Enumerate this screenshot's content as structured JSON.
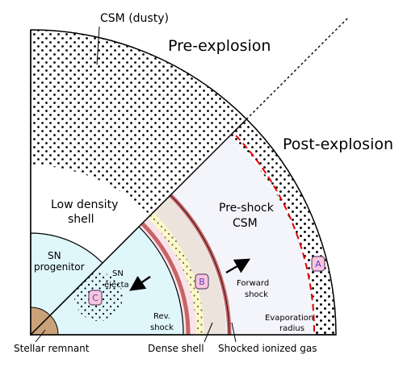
{
  "labels": {
    "csm_dusty": "CSM (dusty)",
    "pre_explosion": "Pre-explosion",
    "post_explosion": "Post-explosion",
    "low_density_line1": "Low density",
    "low_density_line2": "shell",
    "pre_shock_line1": "Pre-shock",
    "pre_shock_line2": "CSM",
    "sn_progenitor_line1": "SN",
    "sn_progenitor_line2": "progenitor",
    "sn_ejecta_line1": "SN",
    "sn_ejecta_line2": "ejecta",
    "forward_shock_line1": "Forward",
    "forward_shock_line2": "shock",
    "rev_shock_line1": "Rev.",
    "rev_shock_line2": "shock",
    "evaporation_line1": "Evaporation",
    "evaporation_line2": "radius",
    "stellar_remnant": "Stellar remnant",
    "dense_shell": "Dense shell",
    "shocked_ionized_gas": "Shocked ionized gas"
  },
  "markers": {
    "a": "A",
    "b": "B",
    "c": "C"
  },
  "colors": {
    "dust_dots": "#000000",
    "pre_shock_csm": "#f4f4fb",
    "ejecta": "#dff6fa",
    "remnant": "#c9a27a",
    "dense_shell": "#fbf8c9",
    "shocked_gas": "#ece3dc",
    "forward_shock_band": "#c86464",
    "evaporation_line": "#e00000",
    "marker_fill": "#f8c6dc",
    "marker_stroke": "#6a4a7a"
  }
}
